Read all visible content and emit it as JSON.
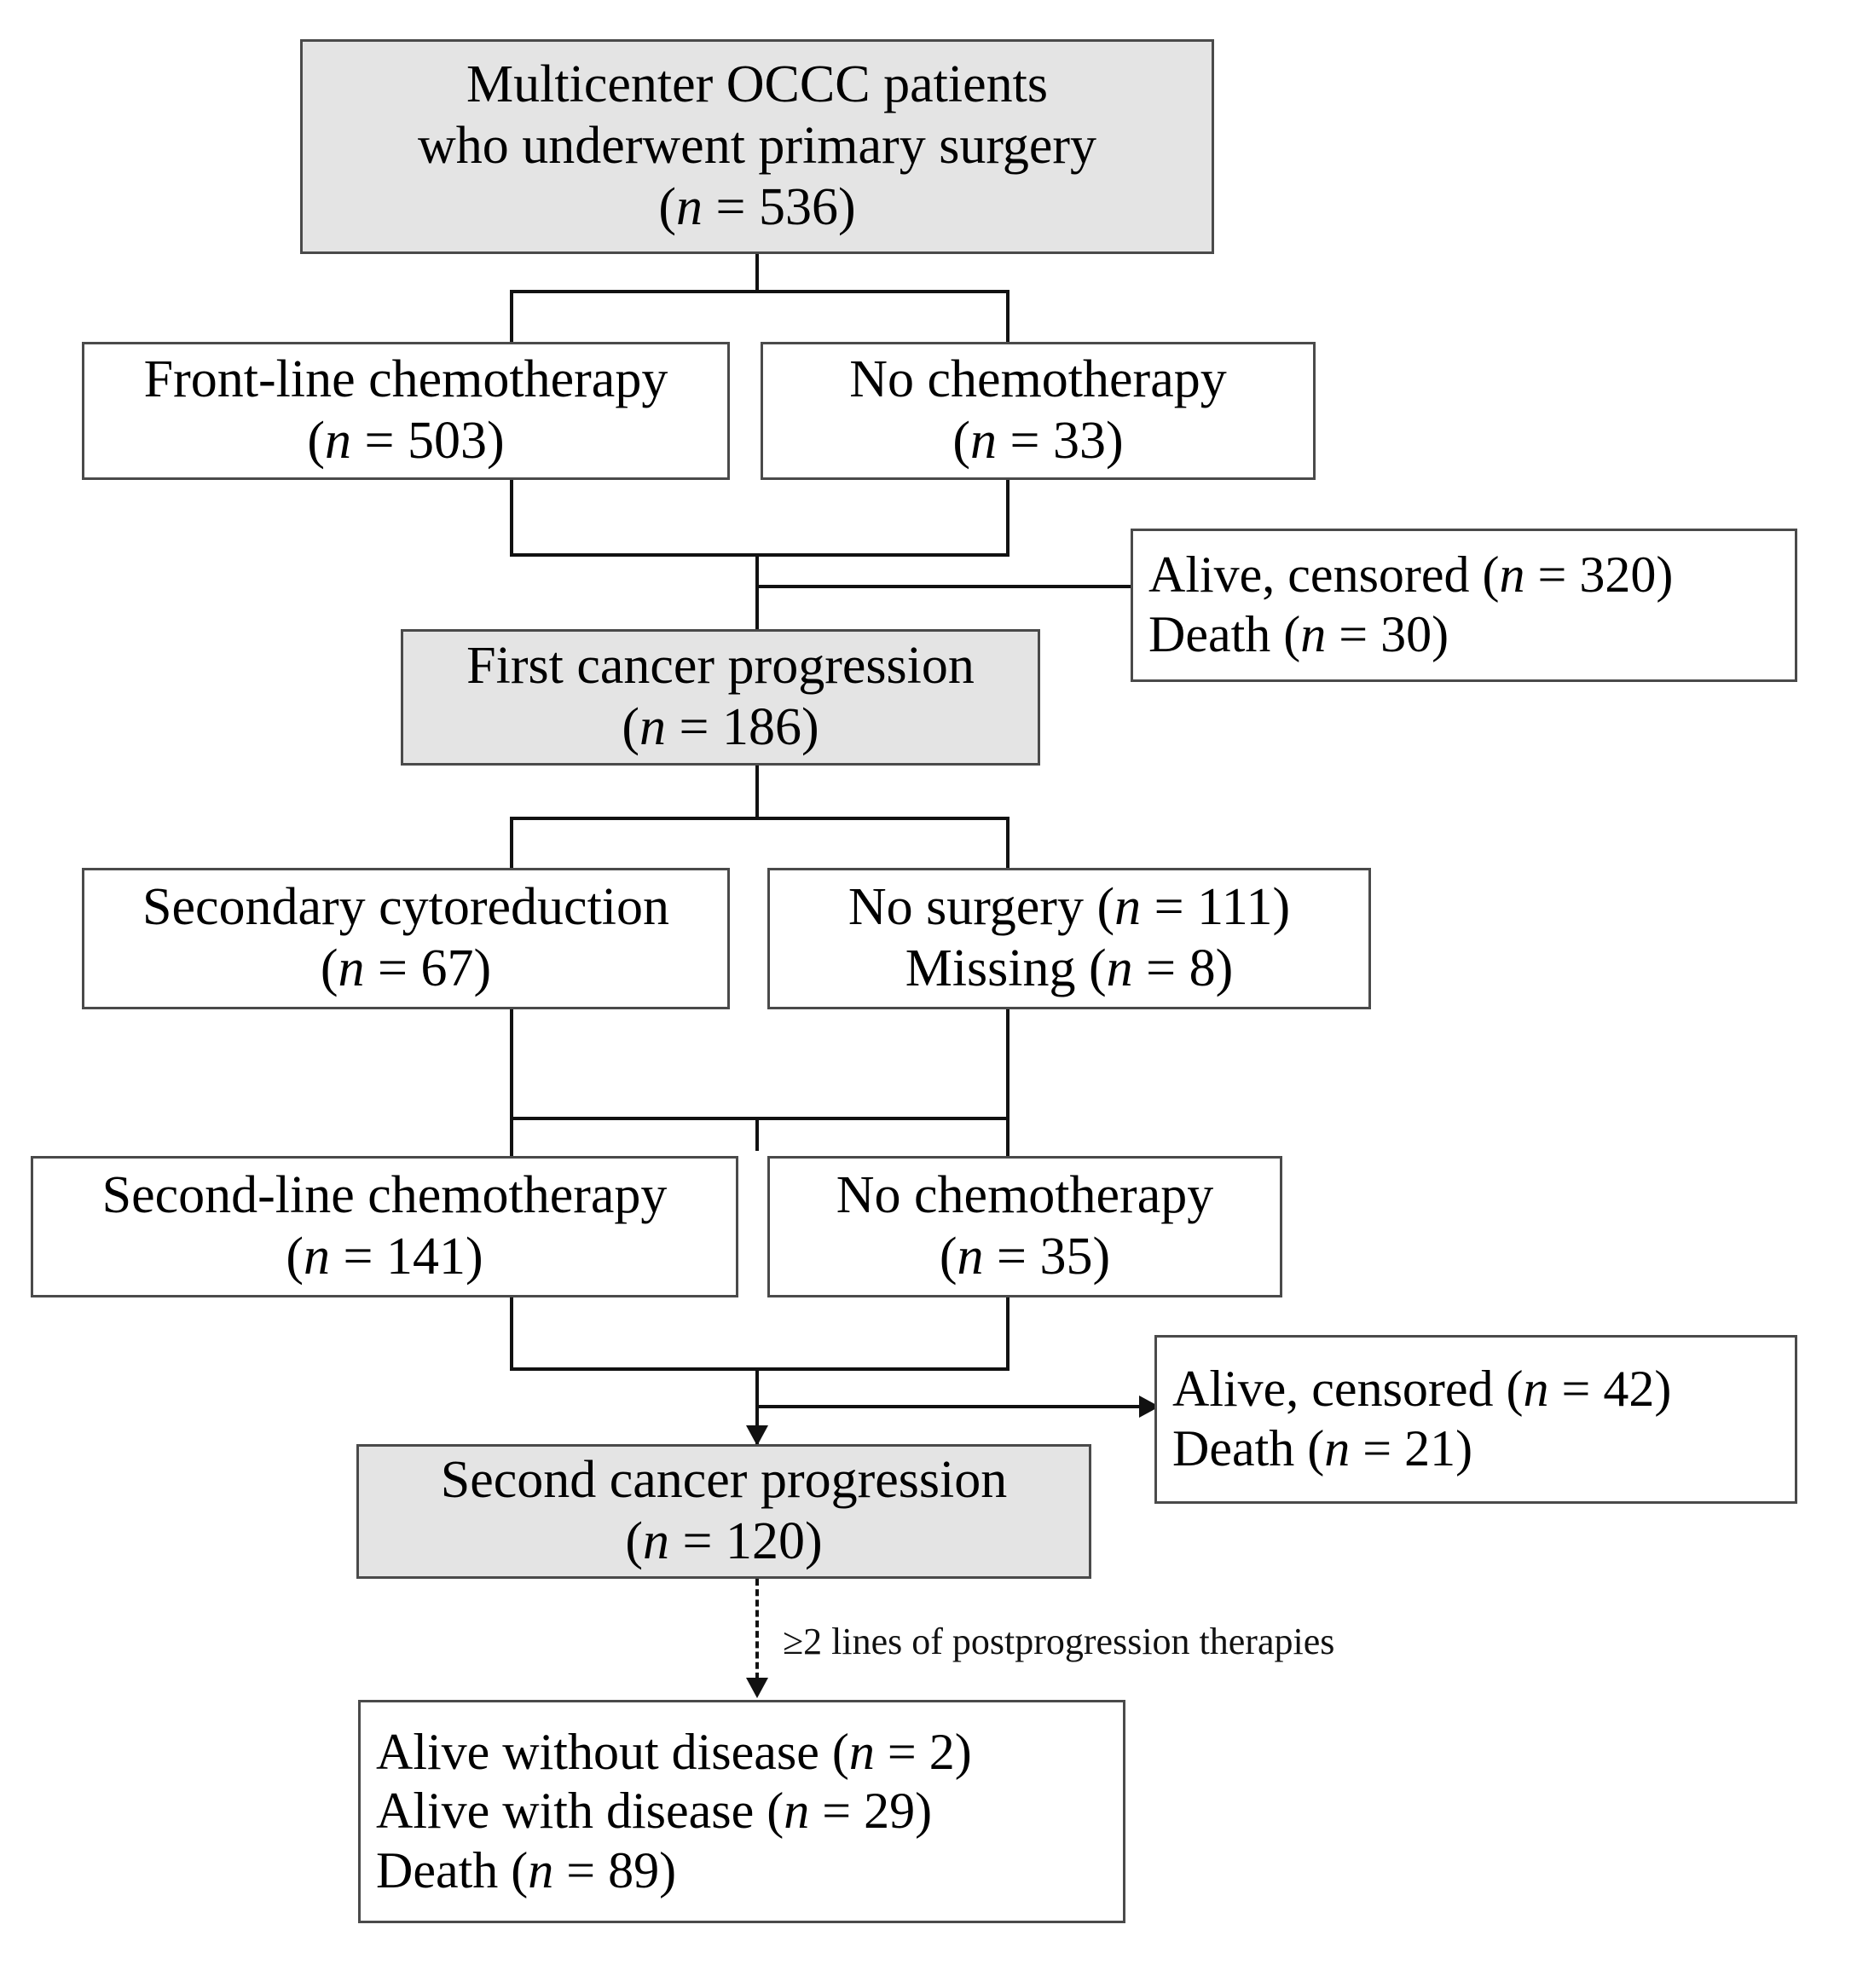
{
  "diagram": {
    "title": "OCCC patient treatment and progression flow diagram",
    "type": "flowchart",
    "colors": {
      "shaded_fill": "#e4e4e4",
      "plain_fill": "#ffffff",
      "border": "#4a4a4a",
      "connector": "#111111"
    },
    "nodes": {
      "cohort": {
        "line1": "Multicenter OCCC patients",
        "line2": "who underwent primary surgery",
        "count_label": "(n = 536)",
        "n_italic": "n",
        "n_value": "536",
        "shaded": true
      },
      "frontline_chemo": {
        "line1": "Front-line chemotherapy",
        "count_label": "(n = 503)",
        "n_value": "503",
        "shaded": false
      },
      "no_chemo_1": {
        "line1": "No chemotherapy",
        "count_label": "(n = 33)",
        "n_value": "33",
        "shaded": false
      },
      "outcome_1": {
        "line1": "Alive, censored (n = 320)",
        "line2": "Death (n = 30)",
        "alive_censored": "320",
        "death": "30",
        "shaded": false
      },
      "first_progression": {
        "line1": "First cancer progression",
        "count_label": "(n = 186)",
        "n_value": "186",
        "shaded": true
      },
      "secondary_cytoreduction": {
        "line1": "Secondary cytoreduction",
        "count_label": "(n = 67)",
        "n_value": "67",
        "shaded": false
      },
      "no_surgery": {
        "line1": "No surgery (n = 111)",
        "line2": "Missing (n = 8)",
        "no_surgery_n": "111",
        "missing_n": "8",
        "shaded": false
      },
      "secondline_chemo": {
        "line1": "Second-line chemotherapy",
        "count_label": "(n = 141)",
        "n_value": "141",
        "shaded": false
      },
      "no_chemo_2": {
        "line1": "No chemotherapy",
        "count_label": "(n = 35)",
        "n_value": "35",
        "shaded": false
      },
      "outcome_2": {
        "line1": "Alive, censored (n = 42)",
        "line2": "Death (n = 21)",
        "alive_censored": "42",
        "death": "21",
        "shaded": false
      },
      "second_progression": {
        "line1": "Second cancer progression",
        "count_label": "(n = 120)",
        "n_value": "120",
        "shaded": true
      },
      "final_outcome": {
        "line1": "Alive without disease (n = 2)",
        "line2": "Alive with disease (n = 29)",
        "line3": "Death (n = 89)",
        "alive_without_disease": "2",
        "alive_with_disease": "29",
        "death": "89",
        "shaded": false
      }
    },
    "edges": {
      "postprogression_label": "≥2 lines of postprogression  therapies"
    }
  }
}
